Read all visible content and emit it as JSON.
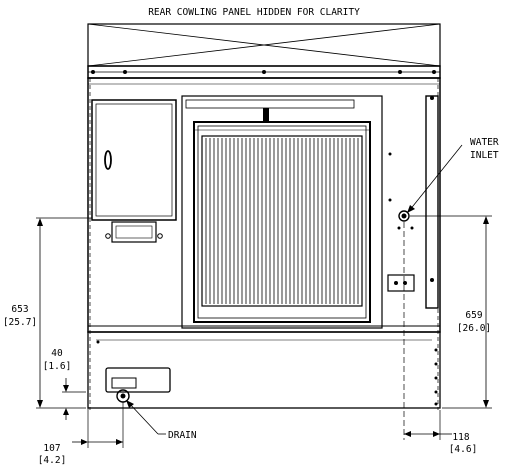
{
  "title": "REAR COWLING PANEL HIDDEN FOR CLARITY",
  "callouts": {
    "water_inlet": [
      "WATER",
      "INLET"
    ],
    "drain": "DRAIN"
  },
  "dimensions": [
    {
      "id": "d653",
      "value": "653",
      "value_in": "[25.7]"
    },
    {
      "id": "d40",
      "value": "40",
      "value_in": "[1.6]"
    },
    {
      "id": "d107",
      "value": "107",
      "value_in": "[4.2]"
    },
    {
      "id": "d659",
      "value": "659",
      "value_in": "[26.0]"
    },
    {
      "id": "d118",
      "value": "118",
      "value_in": "[4.6]"
    }
  ]
}
